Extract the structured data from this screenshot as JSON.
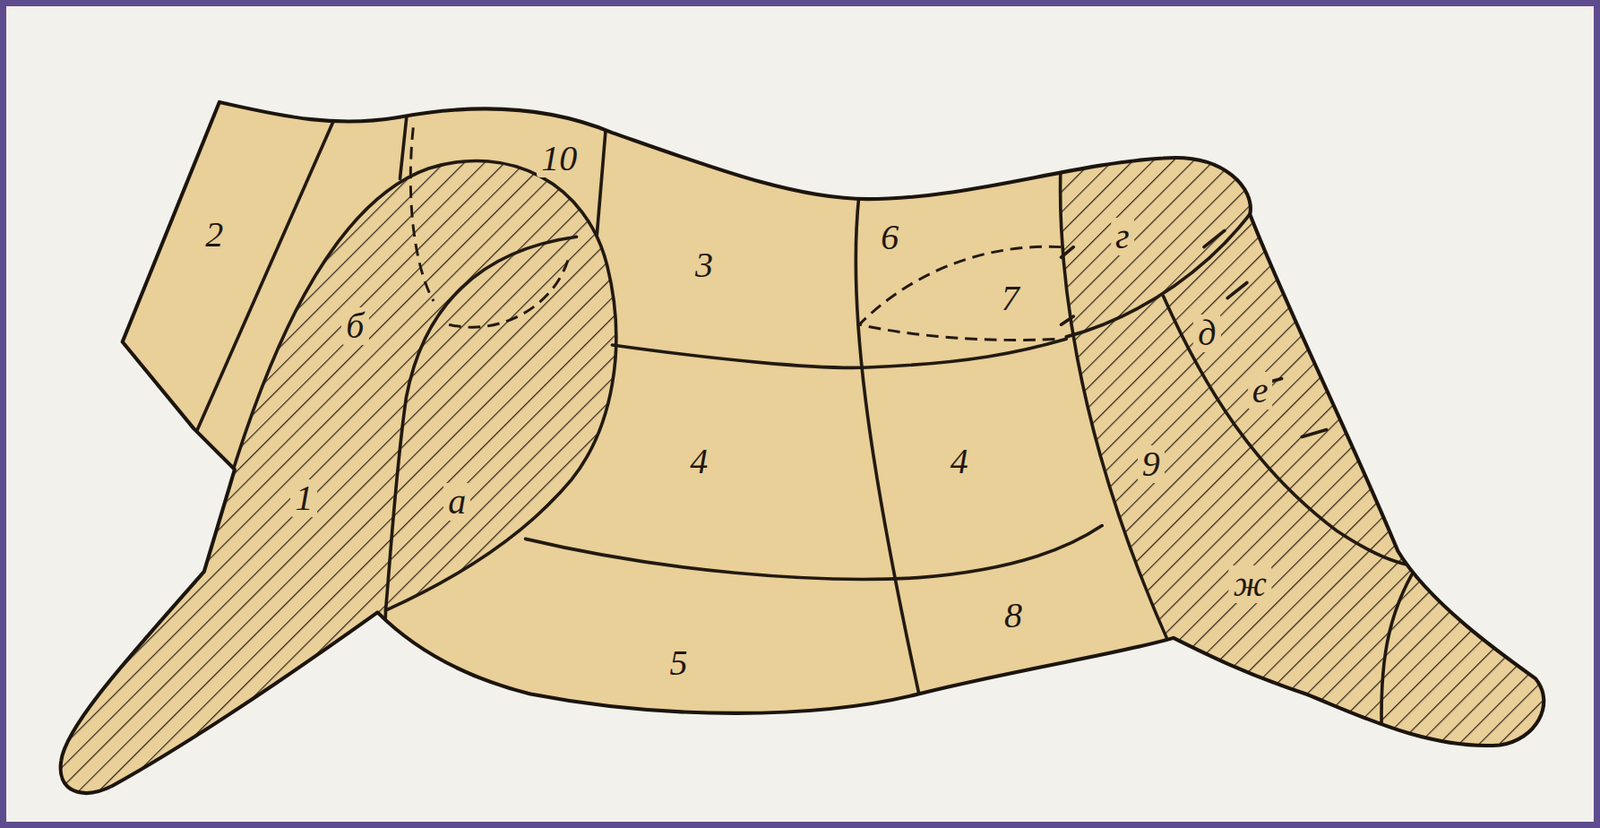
{
  "diagram": {
    "labels": [
      "2",
      "10",
      "б",
      "3",
      "6",
      "7",
      "г",
      "д",
      "е",
      "1",
      "а",
      "4",
      "4",
      "9",
      "5",
      "8",
      "ж"
    ]
  }
}
